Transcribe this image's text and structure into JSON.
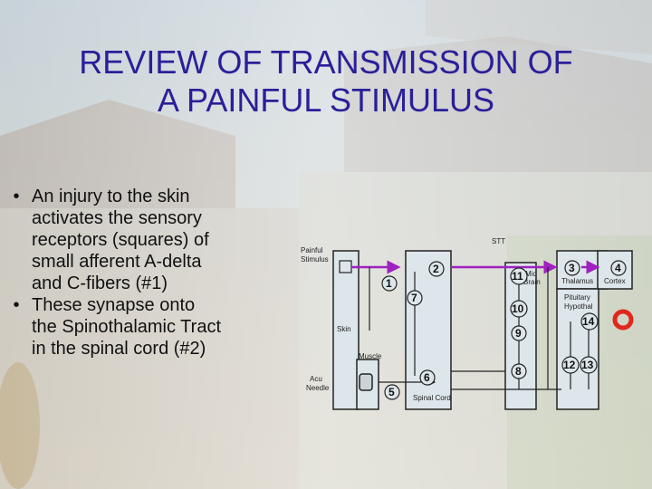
{
  "slide": {
    "title_lines": [
      "REVIEW OF TRANSMISSION OF",
      "A PAINFUL STIMULUS"
    ],
    "bullets": [
      {
        "lines": [
          "An injury to the skin",
          "activates the sensory",
          "receptors (squares) of",
          "small afferent A-delta",
          "and C-fibers (#1)"
        ]
      },
      {
        "lines": [
          "These synapse onto",
          "the Spinothalamic Tract",
          "in the spinal cord (#2)"
        ]
      }
    ],
    "colors": {
      "title": "#2a1f9a",
      "accent_ring": "#e0281c",
      "arrow": "#a020c0"
    }
  },
  "diagram": {
    "labels": {
      "painful_stimulus": [
        "Painful",
        "Stimulus"
      ],
      "skin": "Skin",
      "muscle": "Muscle",
      "acu_needle": [
        "Acu",
        "Needle"
      ],
      "spinal_cord": "Spinal Cord",
      "stt": "STT",
      "mid_brain": [
        "Mid",
        "Brain"
      ],
      "thalamus": "Thalamus",
      "cortex": "Cortex",
      "pituitary": [
        "Pituitary",
        "Hypothal"
      ]
    },
    "numbers": {
      "n1": "1",
      "n2": "2",
      "n3": "3",
      "n4": "4",
      "n5": "5",
      "n6": "6",
      "n7": "7",
      "n8": "8",
      "n9": "9",
      "n10": "10",
      "n11": "11",
      "n12": "12",
      "n13": "13",
      "n14": "14"
    }
  }
}
